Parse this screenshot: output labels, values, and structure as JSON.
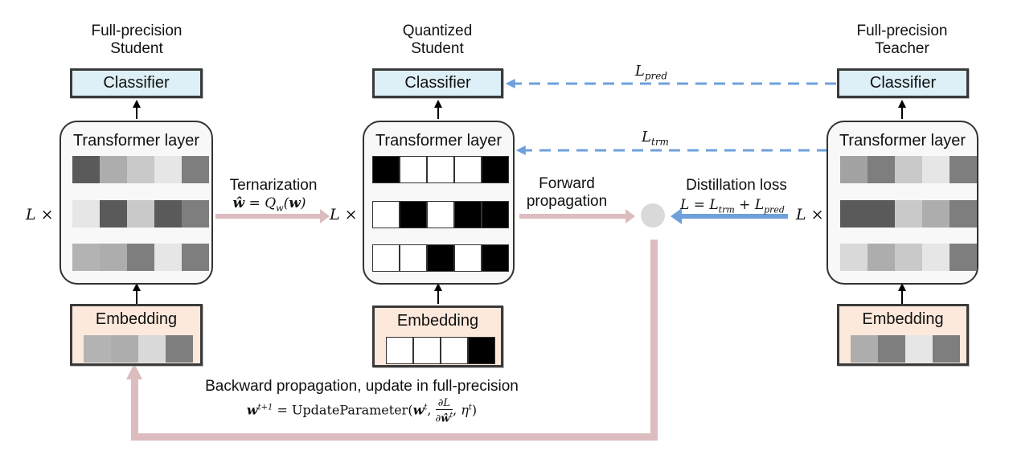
{
  "columns": {
    "fp_student": {
      "title_line1": "Full-precision",
      "title_line2": "Student",
      "classifier": "Classifier",
      "transformer": "Transformer layer",
      "embedding": "Embedding",
      "repeat": "L ×",
      "transformer_rows": [
        [
          "#5a5a5a",
          "#adadad",
          "#c9c9c9",
          "#e6e6e6",
          "#7e7e7e"
        ],
        [
          "#e6e6e6",
          "#5a5a5a",
          "#c9c9c9",
          "#5a5a5a",
          "#7e7e7e"
        ],
        [
          "#b3b3b3",
          "#adadad",
          "#7e7e7e",
          "#e6e6e6",
          "#7e7e7e"
        ]
      ],
      "embedding_cells": [
        "#b3b3b3",
        "#adadad",
        "#d9d9d9",
        "#7e7e7e"
      ]
    },
    "quantized_student": {
      "title_line1": "Quantized",
      "title_line2": "Student",
      "classifier": "Classifier",
      "transformer": "Transformer layer",
      "embedding": "Embedding",
      "repeat": "L ×",
      "transformer_rows": [
        [
          "#000000",
          "#ffffff",
          "#ffffff",
          "#ffffff",
          "#000000"
        ],
        [
          "#ffffff",
          "#000000",
          "#ffffff",
          "#000000",
          "#000000"
        ],
        [
          "#ffffff",
          "#ffffff",
          "#000000",
          "#ffffff",
          "#000000"
        ]
      ],
      "embedding_cells": [
        "#ffffff",
        "#ffffff",
        "#ffffff",
        "#000000"
      ]
    },
    "fp_teacher": {
      "title_line1": "Full-precision",
      "title_line2": "Teacher",
      "classifier": "Classifier",
      "transformer": "Transformer layer",
      "embedding": "Embedding",
      "repeat": "L ×",
      "transformer_rows": [
        [
          "#a3a3a3",
          "#7e7e7e",
          "#c9c9c9",
          "#e6e6e6",
          "#7e7e7e"
        ],
        [
          "#5a5a5a",
          "#5a5a5a",
          "#c9c9c9",
          "#adadad",
          "#7e7e7e"
        ],
        [
          "#d9d9d9",
          "#adadad",
          "#c9c9c9",
          "#e6e6e6",
          "#7e7e7e"
        ]
      ],
      "embedding_cells": [
        "#adadad",
        "#7e7e7e",
        "#e6e6e6",
        "#7e7e7e"
      ]
    }
  },
  "edges": {
    "ternarization_label": "Ternarization",
    "ternarization_formula": "ŵ = Q_w(w)",
    "forward_label_line1": "Forward",
    "forward_label_line2": "propagation",
    "distill_label": "Distillation loss",
    "distill_formula": "L = L_trm + L_pred",
    "l_pred": "L_pred",
    "l_trm": "L_trm",
    "backward_label": "Backward propagation, update in full-precision",
    "backward_formula": "w^{t+1} = UpdateParameter(w^t, ∂L/∂ŵ^t, η^t)"
  },
  "colors": {
    "classifier_fill": "#ddeff7",
    "embedding_fill": "#fce9dc",
    "forward_arrow": "#dcbcbf",
    "distill_arrow": "#6fa0dc",
    "loss_node": "#d9d9d9"
  }
}
